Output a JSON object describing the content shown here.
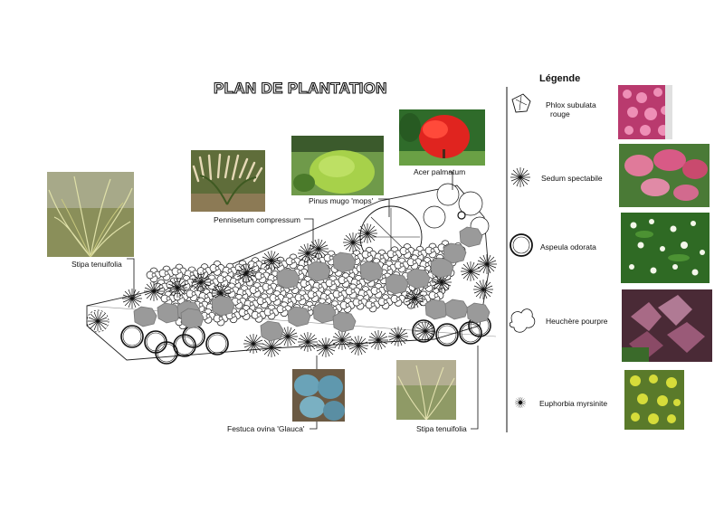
{
  "title": "PLAN DE PLANTATION",
  "legend": {
    "title": "Légende",
    "items": [
      {
        "label_line1": "Phlox subulata",
        "label_line2": "rouge",
        "icon": "phlox-symbol-icon",
        "photo_color": "#d8558c"
      },
      {
        "label_line1": "Sedum spectabile",
        "label_line2": "",
        "icon": "sedum-symbol-icon",
        "photo_color": "#c94a6e"
      },
      {
        "label_line1": "Aspeula odorata",
        "label_line2": "",
        "icon": "asperula-symbol-icon",
        "photo_color": "#3f8a2e"
      },
      {
        "label_line1": "Heuchère pourpre",
        "label_line2": "",
        "icon": "heuchera-symbol-icon",
        "photo_color": "#8a4a63"
      },
      {
        "label_line1": "Euphorbia myrsinite",
        "label_line2": "",
        "icon": "euphorbia-symbol-icon",
        "photo_color": "#b8c234"
      }
    ]
  },
  "plant_labels": {
    "stipa_left": "Stipa tenuifolia",
    "pennisetum": "Pennisetum compressum",
    "pinus": "Pinus mugo 'mops'",
    "acer": "Acer palmatum",
    "festuca": "Festuca ovina 'Glauca'",
    "stipa_bottom": "Stipa tenuifolia"
  },
  "photo_colors": {
    "stipa": "#9aa35c",
    "pennisetum": "#6f7f3c",
    "pinus": "#4f8a2a",
    "acer": "#d81e1e",
    "festuca": "#5f8fa3"
  }
}
